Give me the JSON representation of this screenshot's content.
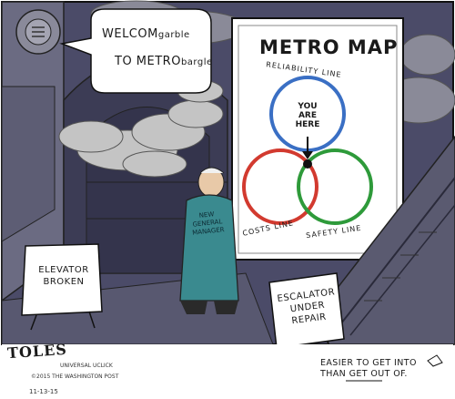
{
  "speech_bubble": {
    "line1_main": "WELCOM",
    "line1_small": "garble",
    "line2_main": "TO METRO",
    "line2_small": "bargle"
  },
  "metro_map": {
    "title": "METRO MAP",
    "reliability_label": "RELIABILITY LINE",
    "costs_label": "COSTS LINE",
    "safety_label": "SAFETY LINE",
    "you_are_here": [
      "YOU",
      "ARE",
      "HERE"
    ]
  },
  "manager_badge": [
    "NEW",
    "GENERAL",
    "MANAGER"
  ],
  "elevator_sign": [
    "ELEVATOR",
    "BROKEN"
  ],
  "escalator_sign": [
    "ESCALATOR",
    "UNDER",
    "REPAIR"
  ],
  "caption": [
    "EASIER TO GET INTO",
    "THAN GET OUT OF."
  ],
  "credits": {
    "signature": "TOLES",
    "syndicate": "UNIVERSAL UCLICK",
    "copyright": "©2015 THE WASHINGTON POST",
    "date": "11-13-15"
  },
  "colors": {
    "reliability_line": "#3a6fc4",
    "costs_line": "#d23a2f",
    "safety_line": "#2e9a3a",
    "wall": "#4a4a66",
    "smoke": "#bdbdbd",
    "coat": "#3a8a8f"
  }
}
